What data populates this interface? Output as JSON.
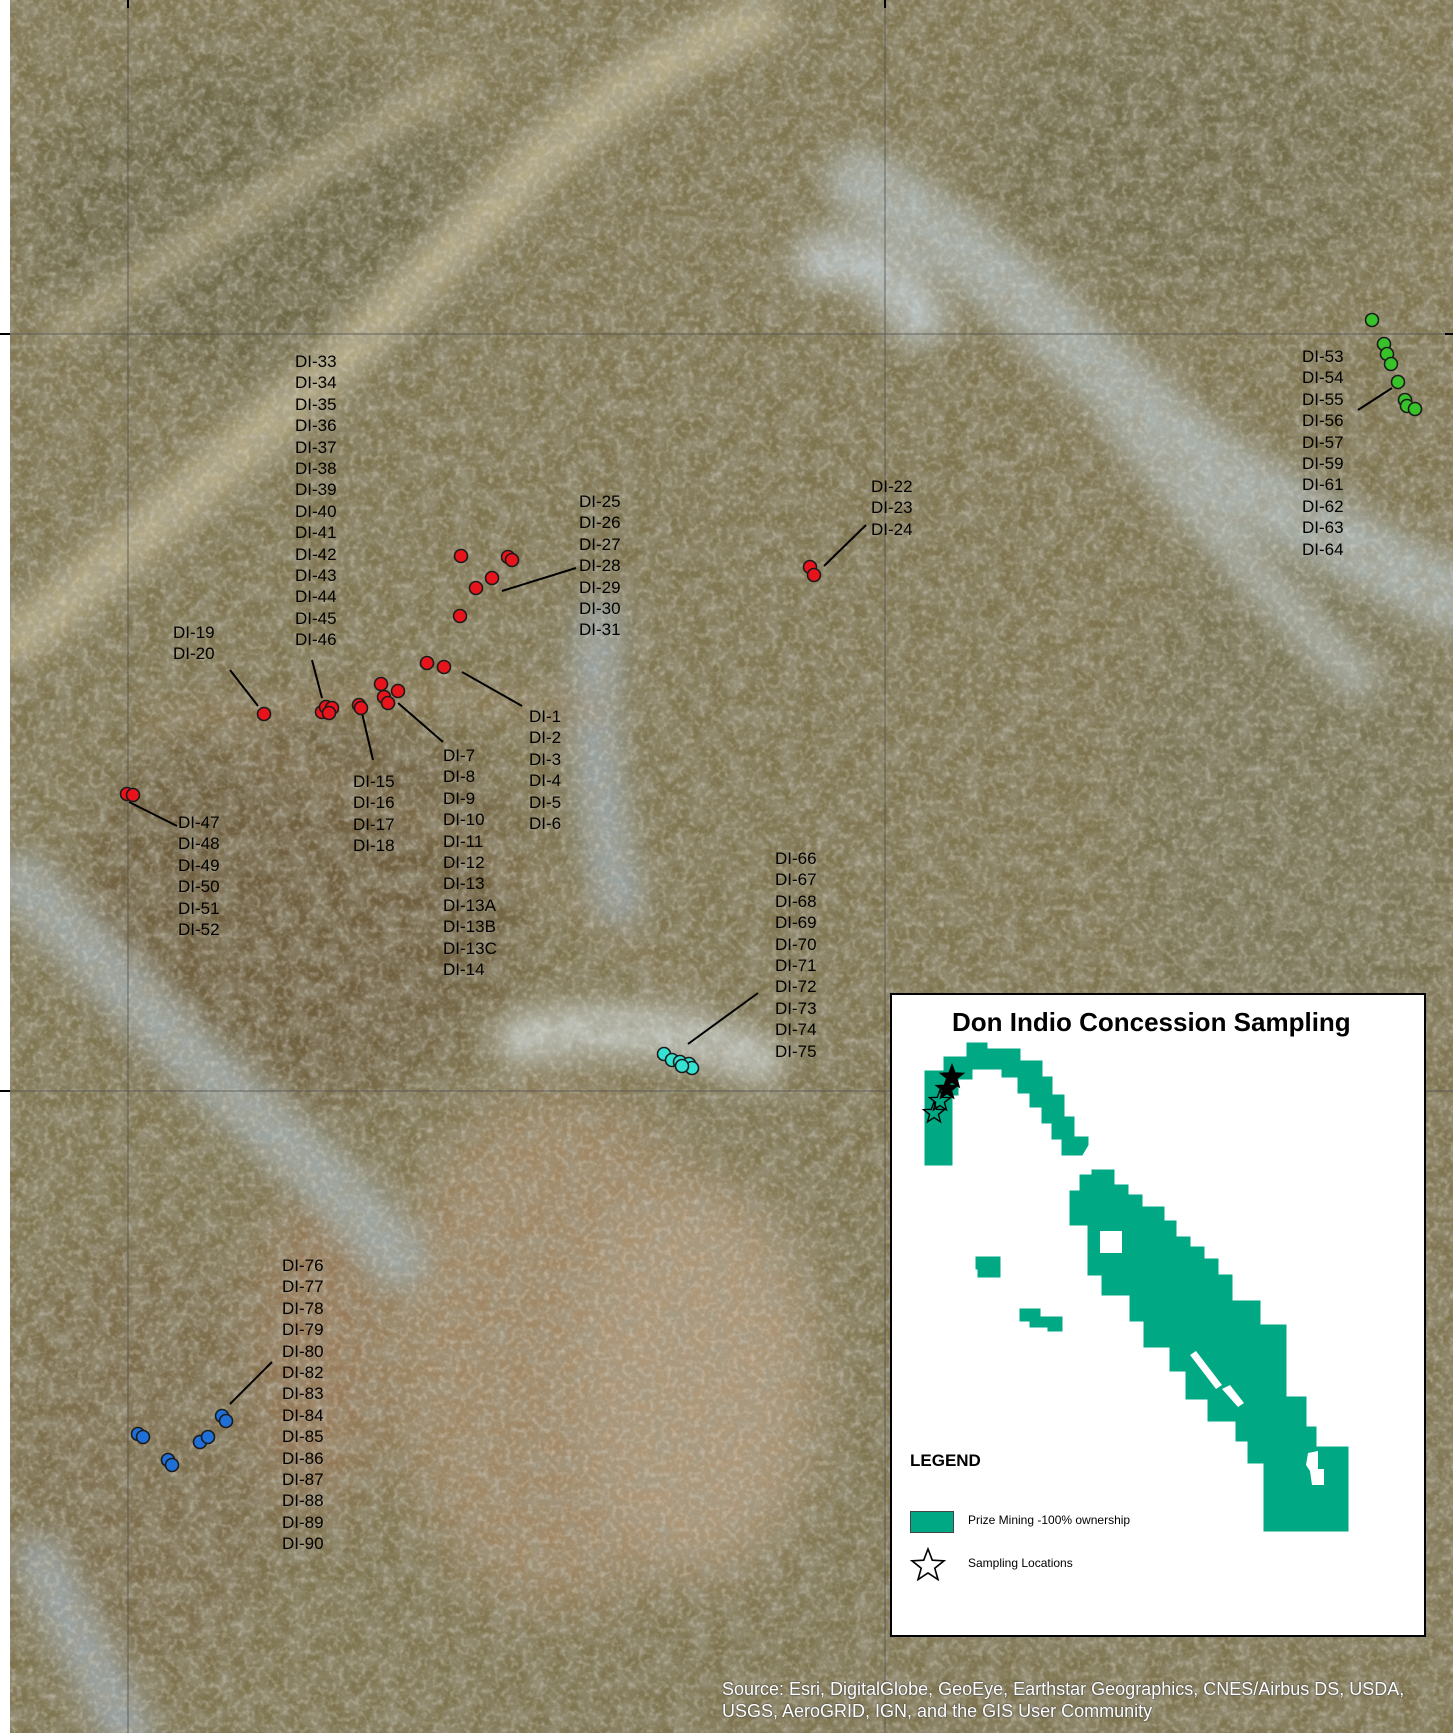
{
  "title": "Don Indio Concession Sampling",
  "legend": {
    "title": "LEGEND",
    "items": [
      {
        "label": "Prize Mining -100% ownership",
        "symbol": "polygon-swatch",
        "color": "#00a884"
      },
      {
        "label": "Sampling Locations",
        "symbol": "star-icon"
      }
    ]
  },
  "source": "Source: Esri, DigitalGlobe, GeoEye, Earthstar Geographics, CNES/Airbus DS, USDA, USGS, AeroGRID, IGN, and the GIS User Community",
  "colors": {
    "red_samples": "#e8141c",
    "green_samples": "#37c22a",
    "cyan_samples": "#35e3d2",
    "blue_samples": "#1f6fd8",
    "concession": "#00a884"
  },
  "sample_groups": [
    {
      "id": "g1",
      "color": "red",
      "labels": [
        "DI-1",
        "DI-2",
        "DI-3",
        "DI-4",
        "DI-5",
        "DI-6"
      ]
    },
    {
      "id": "g2",
      "color": "red",
      "labels": [
        "DI-7",
        "DI-8",
        "DI-9",
        "DI-10",
        "DI-11",
        "DI-12",
        "DI-13",
        "DI-13A",
        "DI-13B",
        "DI-13C",
        "DI-14"
      ]
    },
    {
      "id": "g3",
      "color": "red",
      "labels": [
        "DI-15",
        "DI-16",
        "DI-17",
        "DI-18"
      ]
    },
    {
      "id": "g4",
      "color": "red",
      "labels": [
        "DI-19",
        "DI-20"
      ]
    },
    {
      "id": "g5",
      "color": "red",
      "labels": [
        "DI-22",
        "DI-23",
        "DI-24"
      ]
    },
    {
      "id": "g6",
      "color": "red",
      "labels": [
        "DI-25",
        "DI-26",
        "DI-27",
        "DI-28",
        "DI-29",
        "DI-30",
        "DI-31"
      ]
    },
    {
      "id": "g7",
      "color": "red",
      "labels": [
        "DI-33",
        "DI-34",
        "DI-35",
        "DI-36",
        "DI-37",
        "DI-38",
        "DI-39",
        "DI-40",
        "DI-41",
        "DI-42",
        "DI-43",
        "DI-44",
        "DI-45",
        "DI-46"
      ]
    },
    {
      "id": "g8",
      "color": "red",
      "labels": [
        "DI-47",
        "DI-48",
        "DI-49",
        "DI-50",
        "DI-51",
        "DI-52"
      ]
    },
    {
      "id": "g9",
      "color": "green",
      "labels": [
        "DI-53",
        "DI-54",
        "DI-55",
        "DI-56",
        "DI-57",
        "DI-59",
        "DI-61",
        "DI-62",
        "DI-63",
        "DI-64"
      ]
    },
    {
      "id": "g10",
      "color": "cyan",
      "labels": [
        "DI-66",
        "DI-67",
        "DI-68",
        "DI-69",
        "DI-70",
        "DI-71",
        "DI-72",
        "DI-73",
        "DI-74",
        "DI-75"
      ]
    },
    {
      "id": "g11",
      "color": "blue",
      "labels": [
        "DI-76",
        "DI-77",
        "DI-78",
        "DI-79",
        "DI-80",
        "DI-82",
        "DI-83",
        "DI-84",
        "DI-85",
        "DI-86",
        "DI-87",
        "DI-88",
        "DI-89",
        "DI-90"
      ]
    }
  ]
}
